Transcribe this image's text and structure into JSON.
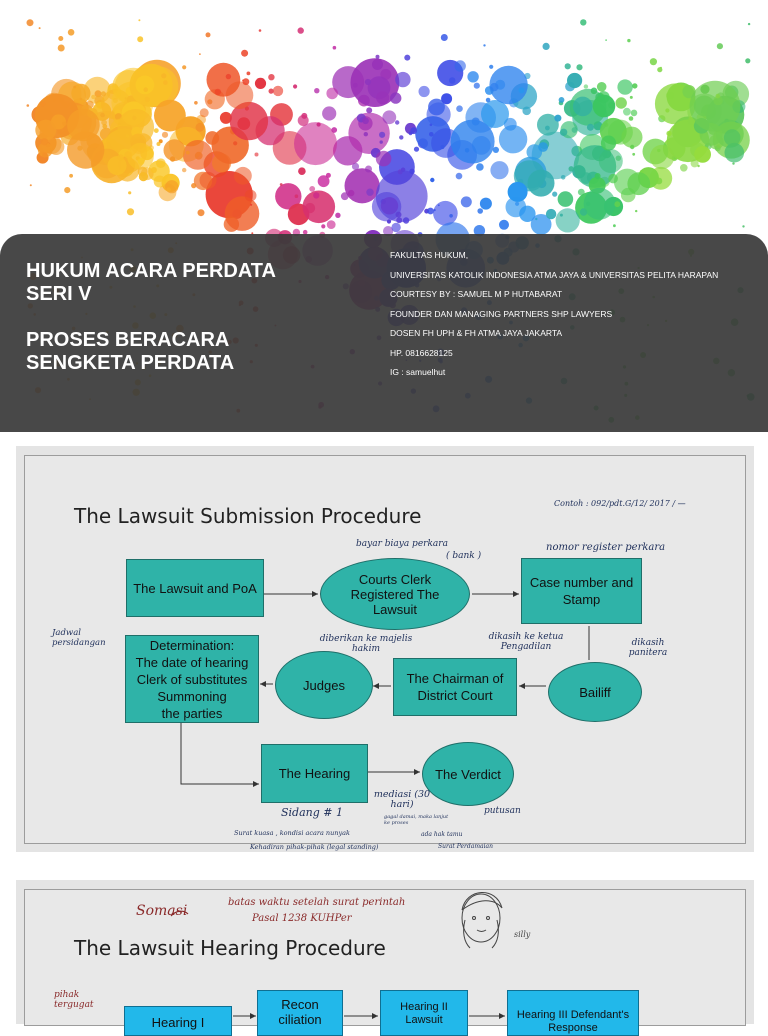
{
  "header": {
    "title_lines": [
      "HUKUM ACARA PERDATA",
      "SERI V"
    ],
    "subtitle_lines": [
      "PROSES BERACARA",
      "SENGKETA PERDATA"
    ],
    "info": [
      "FAKULTAS HUKUM,",
      "UNIVERSITAS KATOLIK INDONESIA ATMA JAYA &  UNIVERSITAS PELITA HARAPAN",
      "COURTESY BY : SAMUEL M P HUTABARAT",
      "FOUNDER DAN MANAGING PARTNERS SHP LAWYERS",
      "DOSEN FH UPH & FH ATMA JAYA JAKARTA",
      "HP. 0816628125",
      "IG : samuelhut"
    ]
  },
  "slide1": {
    "title": "The Lawsuit Submission Procedure",
    "nodes": {
      "lawsuit_poa": "The Lawsuit and PoA",
      "courts_clerk": "Courts Clerk Registered The Lawsuit",
      "case_number": "Case number and Stamp",
      "determination": [
        "Determination:",
        "The date of hearing",
        "Clerk of substitutes",
        "Summoning",
        "the parties"
      ],
      "judges": "Judges",
      "chairman": "The Chairman of District Court",
      "bailiff": "Bailiff",
      "hearing": "The Hearing",
      "verdict": "The Verdict"
    },
    "notes": {
      "contoh": "Contoh : 092/pdt.G/12/ 2017 / —",
      "bayar_biaya": "bayar biaya perkara",
      "bank": "( bank )",
      "nomor_register": "nomor register perkara",
      "jadwal": "Jadwal persidangan",
      "diberikan": "diberikan ke majelis hakim",
      "dikasih_ketua": "dikasih ke ketua Pengadilan",
      "dikasih_panitera": "dikasih panitera",
      "mediasi": "mediasi (30 hari)",
      "sidang": "Sidang # 1",
      "putusan": "putusan",
      "surat_kuasa": "Surat kuasa , kondisi acara nunyak",
      "kehadiran": "Kehadiran pihak-pihak (legal standing)",
      "gagal": "gagal damai, maka lanjut ke proses",
      "ada_hak": "ada hak tamu",
      "surat_perdamaian": "Surat Perdamaian"
    }
  },
  "slide2": {
    "title": "The Lawsuit Hearing Procedure",
    "notes": {
      "somasi": "Somasi",
      "batas": "batas waktu setelah surat perintah",
      "pasal": "Pasal 1238 KUHPer",
      "silly": "silly",
      "pihak": "pihak tergugat"
    },
    "boxes": [
      "Hearing  I",
      "Recon ciliation",
      "Hearing II Lawsuit",
      "Hearing III Defendant's Response"
    ]
  }
}
